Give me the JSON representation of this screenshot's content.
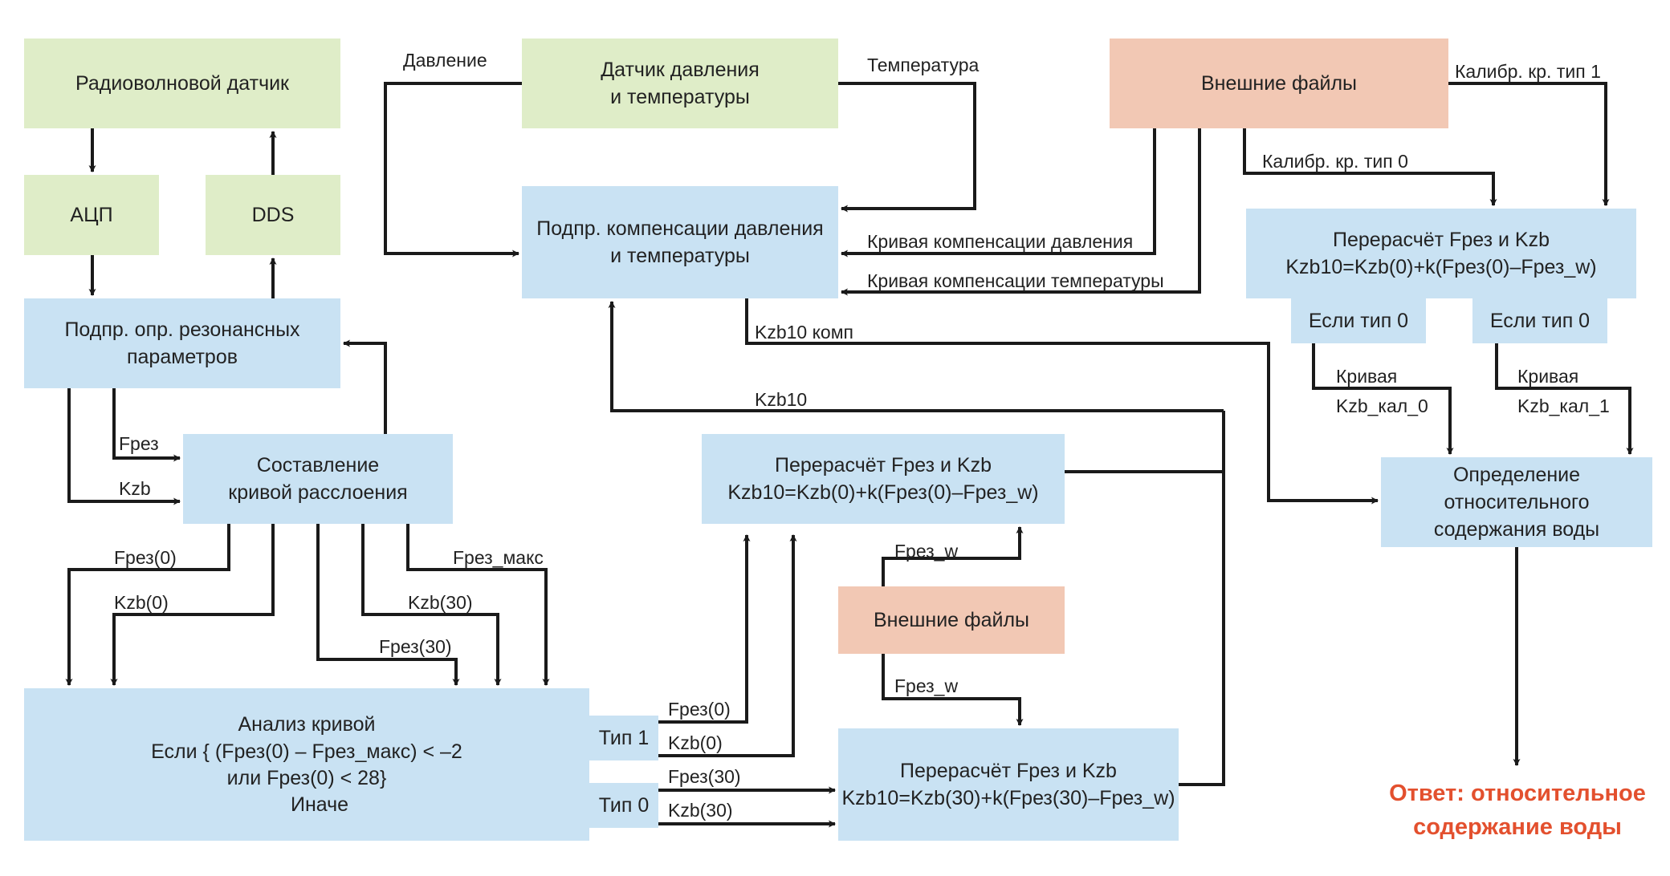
{
  "boxes": {
    "radiowave_sensor": "Радиоволновой датчик",
    "adc": "АЦП",
    "dds": "DDS",
    "resonance_params": "Подпр. опр. резонансных\nпараметров",
    "build_curve": "Составление\nкривой расслоения",
    "pressure_temp_sensor": "Датчик давления\nи температуры",
    "compensation": "Подпр. компенсации давления\nи температуры",
    "external_files_top": "Внешние файлы",
    "recalc_top": "Перерасчёт Fрез и Kzb\nKzb10=Kzb(0)+k(Fрез(0)–Fрез_w)",
    "if_type0_left": "Если тип 0",
    "if_type0_right": "Если тип 0",
    "water_content": "Определение\nотносительного\nсодержания воды",
    "recalc_mid": "Перерасчёт Fрез и Kzb\nKzb10=Kzb(0)+k(Fрез(0)–Fрез_w)",
    "external_files_mid": "Внешние файлы",
    "analysis_title": "Анализ кривой",
    "analysis_cond1": "Если { (Fрез(0) – Fрез_макс) < –2",
    "analysis_cond2": "или Fрез(0) < 28}",
    "analysis_else": "Иначе",
    "type1": "Тип 1",
    "type0": "Тип 0",
    "recalc_bottom": "Перерасчёт Fрез и Kzb\nKzb10=Kzb(30)+k(Fрез(30)–Fрез_w)"
  },
  "labels": {
    "pressure": "Давление",
    "temperature": "Температура",
    "calib_type1": "Калибр. кр. тип 1",
    "calib_type0": "Калибр. кр. тип 0",
    "pressure_curve": "Кривая компенсации давления",
    "temperature_curve": "Кривая компенсации температуры",
    "kzb10_comp": "Kzb10 комп",
    "kzb10": "Kzb10",
    "curve_a": "Кривая",
    "kzb_cal0": "Kzb_кал_0",
    "curve_b": "Кривая",
    "kzb_cal1": "Kzb_кал_1",
    "fres": "Fрез",
    "kzb": "Kzb",
    "fres0_a": "Fрез(0)",
    "kzb0_a": "Kzb(0)",
    "fres_max": "Fрез_макс",
    "kzb30_a": "Kzb(30)",
    "fres30_a": "Fрез(30)",
    "fres_w_up": "Fрез_w",
    "fres_w_down": "Fрез_w",
    "fres0_b": "Fрез(0)",
    "kzb0_b": "Kzb(0)",
    "fres30_b": "Fрез(30)",
    "kzb30_b": "Kzb(30)"
  },
  "answer": "Ответ: относительное\nсодержание воды",
  "colors": {
    "process_box": "#c9e2f3",
    "sensor_box": "#dfedc8",
    "file_box": "#f2c8b4",
    "answer_text": "#e3502e",
    "connector": "#1a1a1a"
  }
}
